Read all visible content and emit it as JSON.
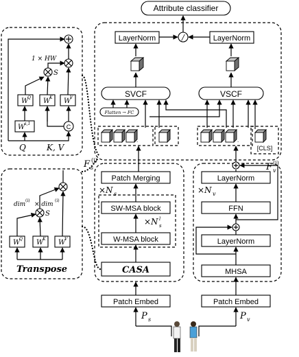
{
  "top": {
    "classifier": "Attribute classifier",
    "divide_symbol": "/"
  },
  "heads": {
    "layernorm_left": "LayerNorm",
    "layernorm_right": "LayerNorm",
    "svcf": "SVCF",
    "vscf": "VSCF",
    "flatten_fc": "Flatten → FC",
    "cls_token": "[CLS]"
  },
  "swin_branch": {
    "patch_merging": "Patch Merging",
    "ns_main": "×N",
    "ns_sub": "s",
    "sw_msa": "SW-MSA block",
    "nsl_main": "×N",
    "nsl_sup": "l",
    "nsl_sub": "s",
    "w_msa": "W-MSA block",
    "casa": "CASA",
    "patch_embed": "Patch Embed",
    "feat_main": "F",
    "feat_sup": "(j)",
    "feat_sub": "s",
    "input_main": "P",
    "input_sub": "s"
  },
  "vit_branch": {
    "layernorm_top": "LayerNorm",
    "nv_main": "×N",
    "nv_sub": "v",
    "ffn": "FFN",
    "layernorm_bottom": "LayerNorm",
    "mhsa": "MHSA",
    "patch_embed": "Patch Embed",
    "feat_main": "F",
    "feat_sup": "(i)",
    "feat_sub": "v",
    "input_main": "P",
    "input_sub": "v"
  },
  "detail_top": {
    "w_q": "W",
    "w_q_sup": "Q",
    "w_k": "W",
    "w_k_sup": "K",
    "w_v": "W",
    "w_v_sup": "V",
    "w_a1": "W",
    "w_a1_sup": "a,1",
    "concat": "C",
    "dim": "1 × HW",
    "scale": "S",
    "q_label": "Q",
    "kv_label": "K, V"
  },
  "detail_bottom": {
    "w_q": "W",
    "w_q_sup": "Q",
    "w_k": "W",
    "w_k_sup": "K",
    "w_v": "W",
    "w_v_sup": "V",
    "dim_left": "dim",
    "dim_left_sup": "(i)",
    "dim_right": "× dim",
    "dim_right_sup": "(i)",
    "scale": "S",
    "transpose": "Transpose"
  }
}
